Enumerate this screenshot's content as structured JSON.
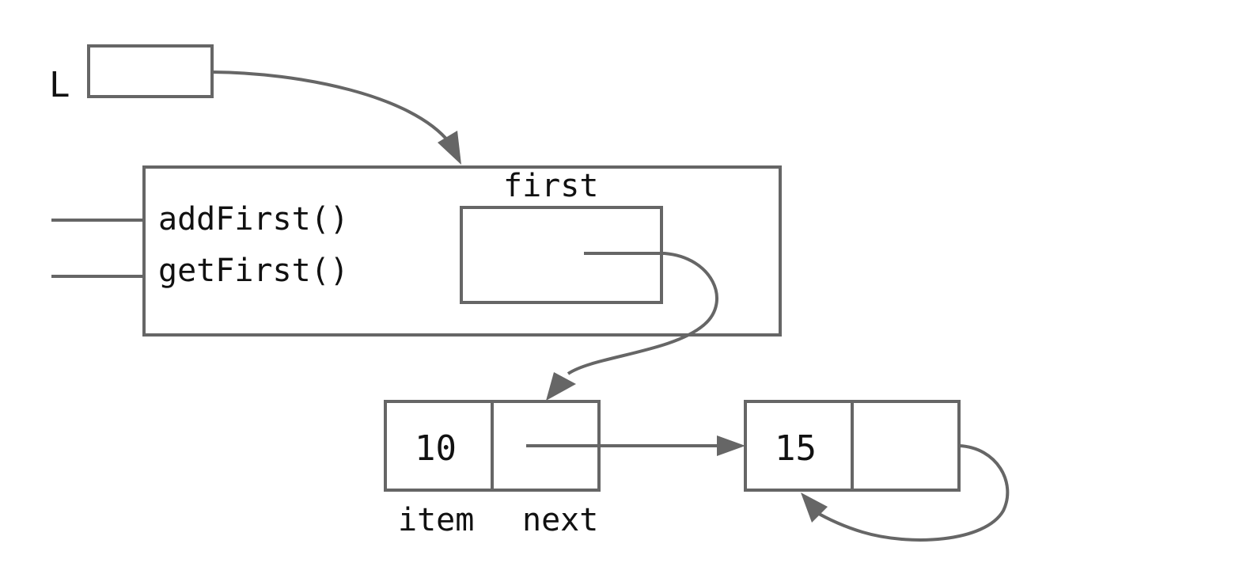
{
  "variable_label": "L",
  "list_object": {
    "methods": [
      "addFirst()",
      "getFirst()"
    ],
    "field_label": "first"
  },
  "nodes": [
    {
      "item": "10"
    },
    {
      "item": "15"
    }
  ],
  "node_field_labels": {
    "item": "item",
    "next": "next"
  },
  "colors": {
    "stroke": "#666666",
    "text": "#111111",
    "background": "#ffffff"
  }
}
